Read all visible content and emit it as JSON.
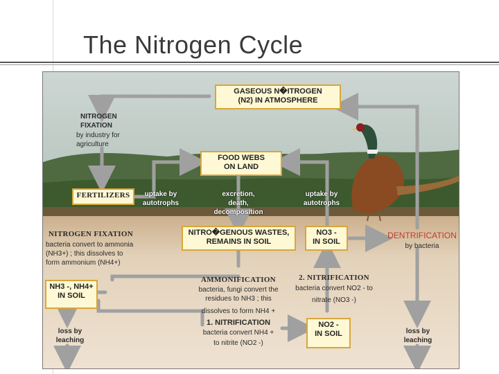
{
  "slide": {
    "title": "The Nitrogen Cycle"
  },
  "diagram": {
    "gaseous_nitrogen": {
      "line1": "GASEOUS N�ITROGEN",
      "line2": "(N2) IN ATMOSPHERE"
    },
    "nitrogen_fixation_top": {
      "title1": "NITROGEN",
      "title2": "FIXATION",
      "desc1": "by industry for",
      "desc2": "agriculture"
    },
    "food_webs": {
      "line1": "FOOD WEBS",
      "line2": "ON LAND"
    },
    "fertilizers": "FERTILIZERS",
    "uptake_left": {
      "line1": "uptake by",
      "line2": "autotrophs"
    },
    "excretion": {
      "line1": "excretion,",
      "line2": "death,",
      "line3": "decomposition"
    },
    "uptake_right": {
      "line1": "uptake by",
      "line2": "autotrophs"
    },
    "nitrogen_fixation_mid": {
      "title": "NITROGEN FIXATION",
      "desc1": "bacteria convert to ammonia",
      "desc2": "(NH3+) ; this dissolves to",
      "desc3": "form ammonium (NH4+)"
    },
    "wastes": {
      "line1": "NITRO�GENOUS WASTES,",
      "line2": "REMAINS IN SOIL"
    },
    "no3_soil": {
      "line1": "NO3 -",
      "line2": "IN SOIL"
    },
    "denitrification": {
      "title": "DENTRIFICATION",
      "desc": "by bacteria"
    },
    "nh_soil": {
      "line1": "NH3 -, NH4+",
      "line2": "IN SOIL"
    },
    "ammonification": {
      "title": "AMMONIFICATION",
      "desc1": "bacteria, fungi convert the",
      "desc2": "residues to NH3 ; this",
      "desc3": "dissolves to form NH4 +"
    },
    "nitrification_2": {
      "title": "2. NITRIFICATION",
      "desc1": "bacteria convert NO2 - to",
      "desc2": "nitrate (NO3 -)"
    },
    "nitrification_1": {
      "title": "1. NITRIFICATION",
      "desc1": "bacteria convert NH4 +",
      "desc2": "to nitrite (NO2 -)"
    },
    "no2_soil": {
      "line1": "NO2 -",
      "line2": "IN SOIL"
    },
    "loss_left": {
      "line1": "loss by",
      "line2": "leaching"
    },
    "loss_right": {
      "line1": "loss by",
      "line2": "leaching"
    },
    "colors": {
      "box_border": "#d8a63a",
      "arrow": "#a0a0a0",
      "denitrification": "#c0392b"
    },
    "illustration": "pheasant-on-grass"
  }
}
